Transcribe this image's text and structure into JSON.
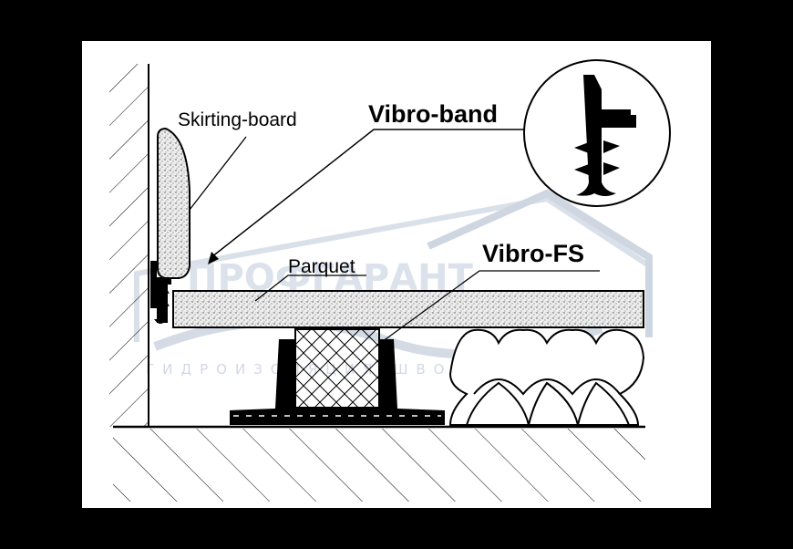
{
  "labels": {
    "skirting_board": "Skirting-board",
    "vibro_band": "Vibro-band",
    "parquet": "Parquet",
    "vibro_fs": "Vibro-FS"
  },
  "watermark": {
    "logo_text": "ПРОФГАРАНТ",
    "subtitle": "ГИДРОИЗОЛЯЦИЯ ШВОВ"
  },
  "colors": {
    "frame_background": "#000000",
    "panel_background": "#ffffff",
    "ink": "#000000",
    "watermark": "#c9d2e0"
  }
}
